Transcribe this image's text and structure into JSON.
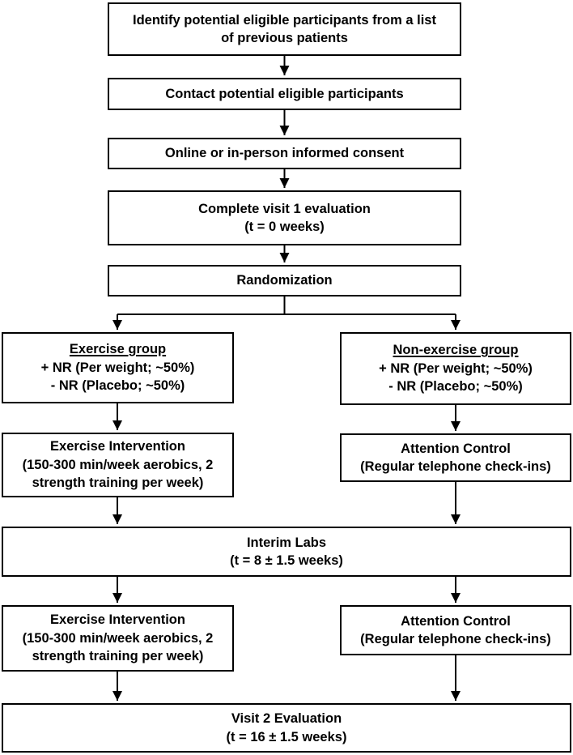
{
  "colors": {
    "background": "#ffffff",
    "box_border": "#000000",
    "text": "#000000",
    "connector": "#000000"
  },
  "flowchart": {
    "identify": "Identify potential eligible participants from a list\nof previous patients",
    "contact": "Contact potential eligible participants",
    "consent": "Online or in-person informed consent",
    "visit1": "Complete visit 1 evaluation\n(t = 0 weeks)",
    "randomization": "Randomization",
    "exercise_group": {
      "title": "Exercise group",
      "body": "+ NR (Per weight; ~50%)\n- NR (Placebo; ~50%)"
    },
    "non_exercise_group": {
      "title": "Non-exercise group",
      "body": "+ NR (Per weight; ~50%)\n- NR (Placebo; ~50%)"
    },
    "exercise_intervention_1": "Exercise Intervention\n(150-300 min/week aerobics, 2\nstrength training per week)",
    "attention_control_1": "Attention Control\n(Regular telephone check-ins)",
    "interim_labs": "Interim Labs\n(t = 8 ± 1.5 weeks)",
    "exercise_intervention_2": "Exercise Intervention\n(150-300 min/week aerobics, 2\nstrength training per week)",
    "attention_control_2": "Attention Control\n(Regular telephone check-ins)",
    "visit2": "Visit 2 Evaluation\n(t = 16 ± 1.5 weeks)"
  }
}
